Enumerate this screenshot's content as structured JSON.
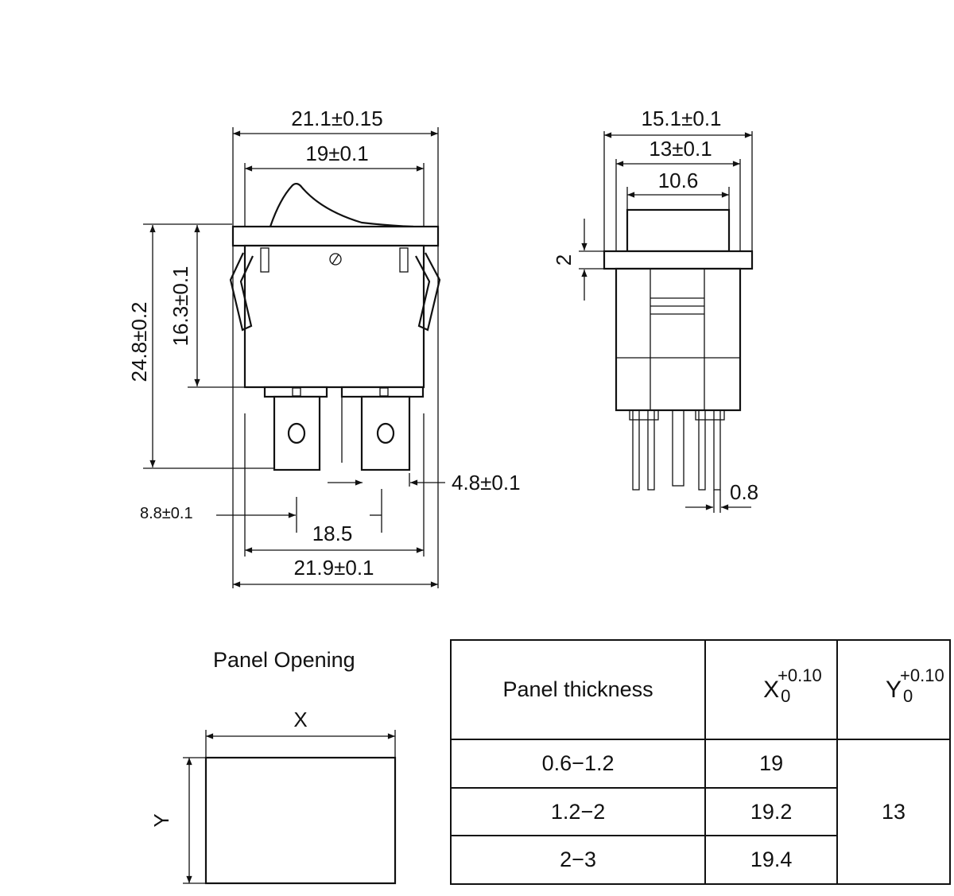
{
  "front_view": {
    "overall_width": "21.1±0.15",
    "inner_width": "19±0.1",
    "overall_height": "24.8±0.2",
    "body_height": "16.3±0.1",
    "terminal_width": "4.8±0.1",
    "terminal_pitch": "8.8±0.1",
    "span_18_5": "18.5",
    "bottom_width": "21.9±0.1"
  },
  "side_view": {
    "overall_width": "15.1±0.1",
    "mid_width": "13±0.1",
    "actuator_width": "10.6",
    "flange_thickness": "2",
    "pin_thickness": "0.8"
  },
  "panel_opening": {
    "title": "Panel Opening",
    "x_label": "X",
    "y_label": "Y"
  },
  "table": {
    "col_thickness": "Panel thickness",
    "col_x_letter": "X",
    "col_y_letter": "Y",
    "tol_upper": "+0.10",
    "tol_lower": "0",
    "rows": [
      {
        "thickness": "0.6−1.2",
        "x": "19"
      },
      {
        "thickness": "1.2−2",
        "x": "19.2"
      },
      {
        "thickness": "2−3",
        "x": "19.4"
      }
    ],
    "y_value": "13"
  }
}
